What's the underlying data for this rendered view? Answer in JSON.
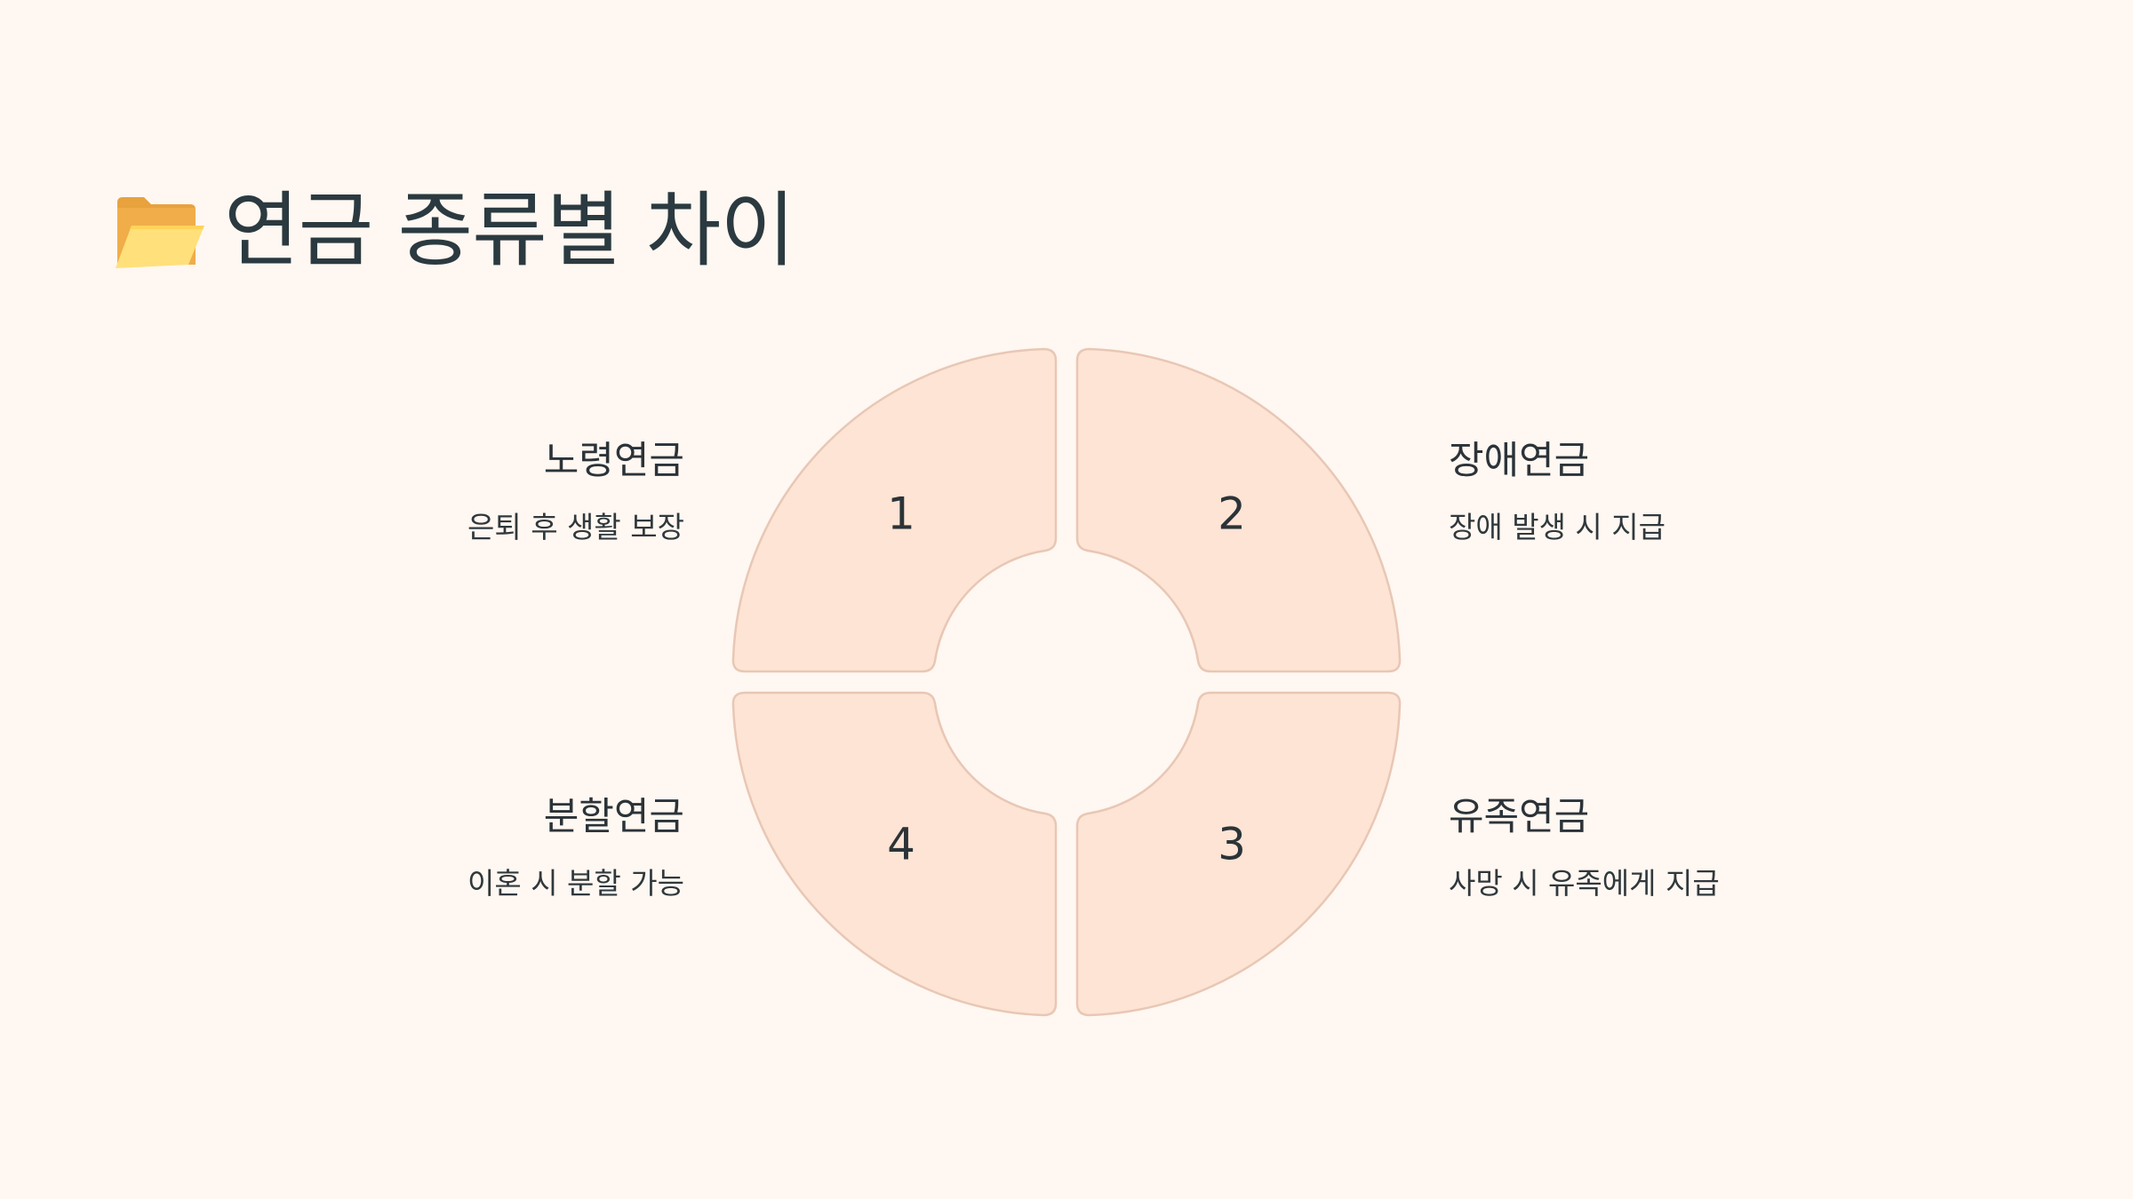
{
  "title": {
    "icon": "open-folder-icon",
    "text": "연금 종류별 차이"
  },
  "diagram": {
    "segments": [
      {
        "number": "1",
        "title": "노령연금",
        "description": "은퇴 후 생활 보장"
      },
      {
        "number": "2",
        "title": "장애연금",
        "description": "장애 발생 시 지급"
      },
      {
        "number": "3",
        "title": "유족연금",
        "description": "사망 시 유족에게 지급"
      },
      {
        "number": "4",
        "title": "분할연금",
        "description": "이혼 시 분할 가능"
      }
    ]
  },
  "colors": {
    "background": "#fff7f1",
    "segment_fill": "#fde4d4",
    "segment_stroke": "#e8c7b5",
    "text": "#2b3338"
  }
}
